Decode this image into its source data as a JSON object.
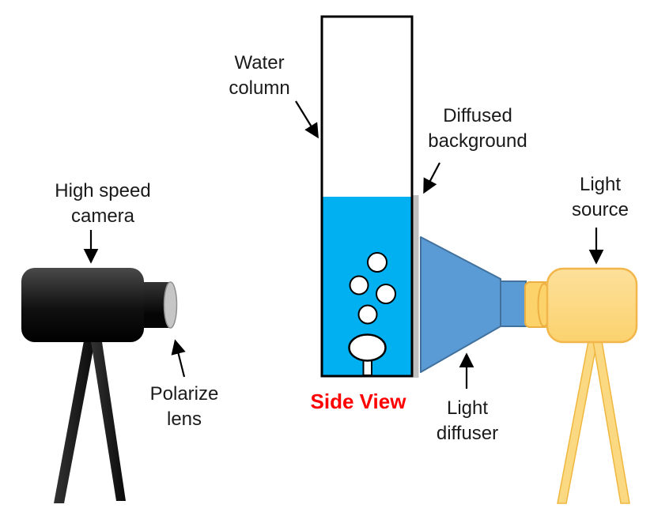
{
  "labels": {
    "high_speed_camera": "High speed\ncamera",
    "polarize_lens": "Polarize\nlens",
    "water_column": "Water\ncolumn",
    "diffused_background": "Diffused\nbackground",
    "light_source": "Light\nsource",
    "light_diffuser": "Light\ndiffuser",
    "side_view": "Side View"
  },
  "colors": {
    "water": "#00B0F0",
    "bubble_fill": "#FFFFFF",
    "bubble_stroke": "#000000",
    "column_outline": "#000000",
    "background_strip": "#C0C0C0",
    "diffuser_fill": "#5B9BD5",
    "diffuser_stroke": "#41719C",
    "light_barrel_fill": "#FCD36B",
    "light_barrel_stroke": "#EDAF42",
    "light_body_stroke": "#F2B64B",
    "light_tripod_fill": "#FBD982",
    "light_tripod_stroke": "#EFB73E",
    "camera_tripod_fill": "#1C1C1C",
    "lens_fill": "#C6C6C6",
    "lens_stroke": "#8F8F8F",
    "label_text": "#1A1A1A",
    "side_view_text": "#FF0000",
    "arrow": "#000000"
  }
}
